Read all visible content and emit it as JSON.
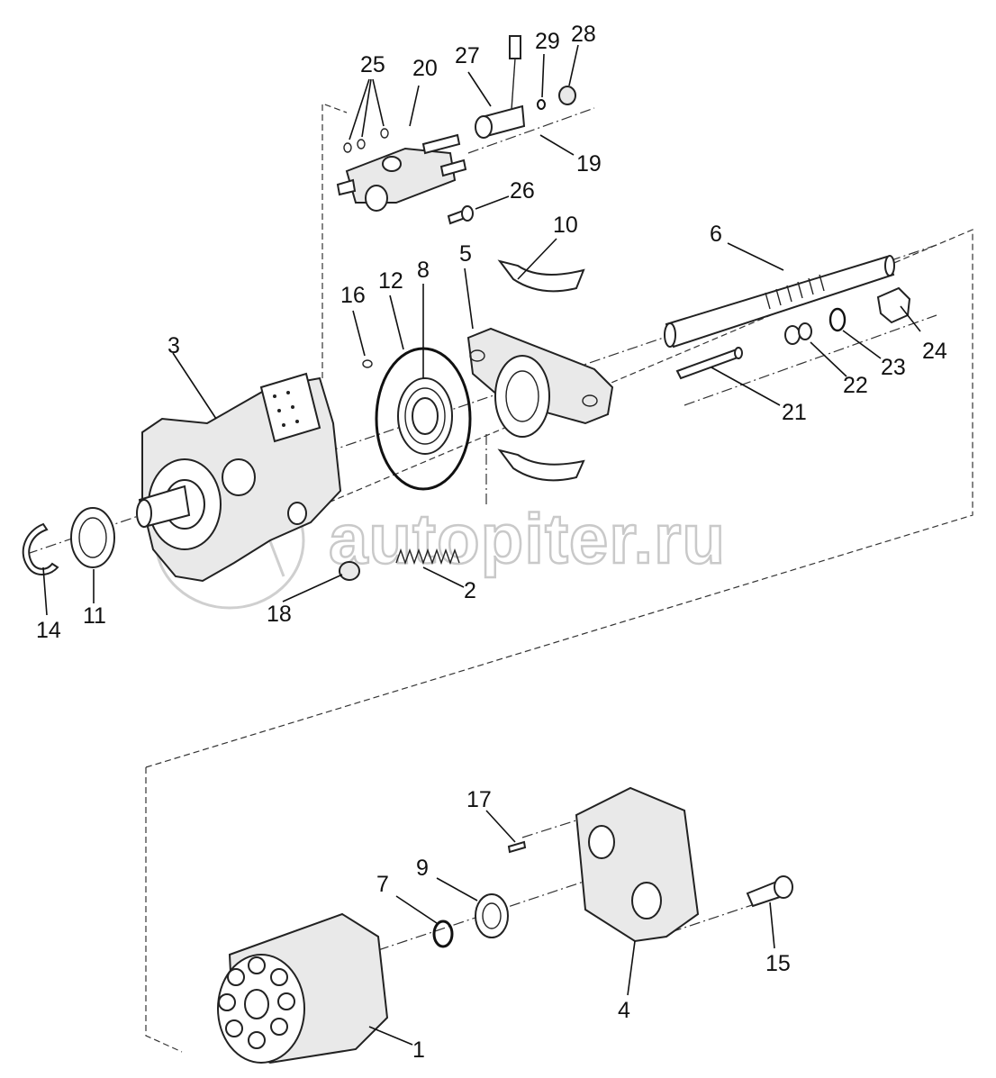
{
  "watermark": "autopiter.ru",
  "callouts": [
    {
      "id": "1",
      "label": "1"
    },
    {
      "id": "2",
      "label": "2"
    },
    {
      "id": "3",
      "label": "3"
    },
    {
      "id": "4",
      "label": "4"
    },
    {
      "id": "5",
      "label": "5"
    },
    {
      "id": "6",
      "label": "6"
    },
    {
      "id": "7",
      "label": "7"
    },
    {
      "id": "8",
      "label": "8"
    },
    {
      "id": "9",
      "label": "9"
    },
    {
      "id": "10",
      "label": "10"
    },
    {
      "id": "11",
      "label": "11"
    },
    {
      "id": "12",
      "label": "12"
    },
    {
      "id": "14",
      "label": "14"
    },
    {
      "id": "15",
      "label": "15"
    },
    {
      "id": "16",
      "label": "16"
    },
    {
      "id": "17",
      "label": "17"
    },
    {
      "id": "18",
      "label": "18"
    },
    {
      "id": "19",
      "label": "19"
    },
    {
      "id": "20",
      "label": "20"
    },
    {
      "id": "21",
      "label": "21"
    },
    {
      "id": "22",
      "label": "22"
    },
    {
      "id": "23",
      "label": "23"
    },
    {
      "id": "24",
      "label": "24"
    },
    {
      "id": "25",
      "label": "25"
    },
    {
      "id": "26",
      "label": "26"
    },
    {
      "id": "27",
      "label": "27"
    },
    {
      "id": "28",
      "label": "28"
    },
    {
      "id": "29",
      "label": "29"
    }
  ]
}
